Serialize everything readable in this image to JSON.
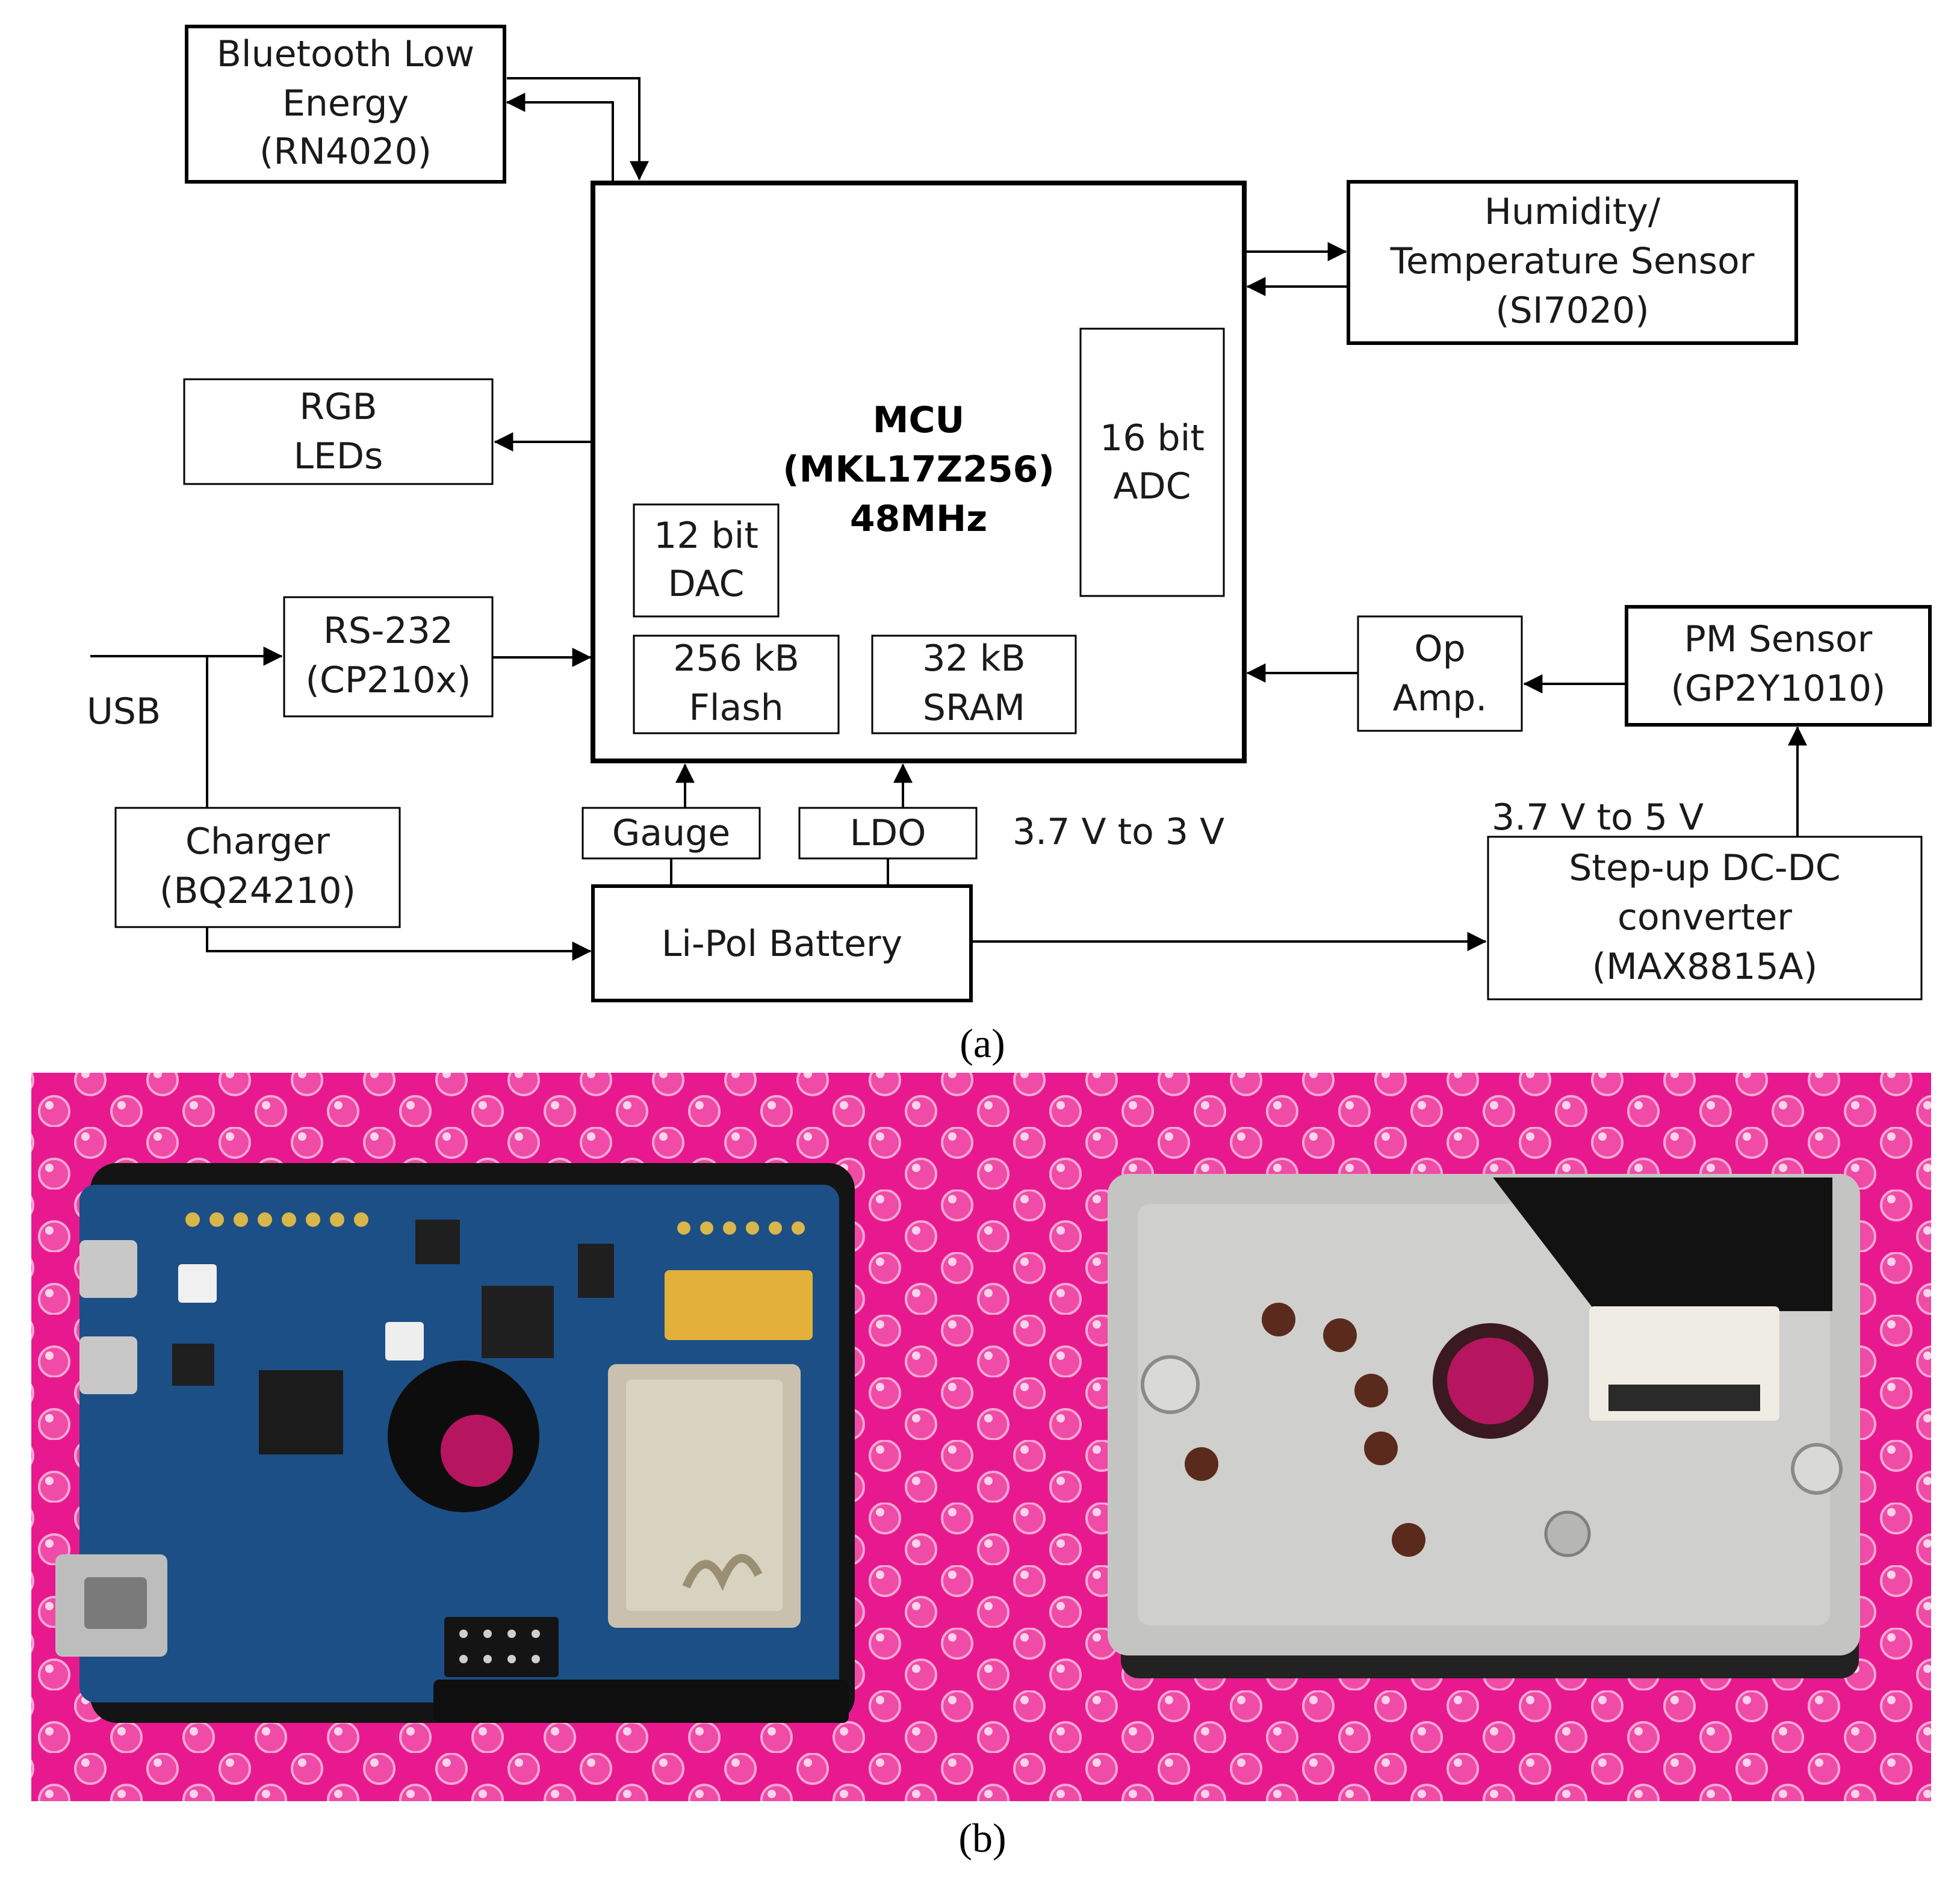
{
  "diagram": {
    "blocks": {
      "ble": [
        "Bluetooth Low",
        "Energy",
        "(RN4020)"
      ],
      "mcu": [
        "MCU",
        "(MKL17Z256)",
        "48MHz"
      ],
      "adc": [
        "16 bit",
        "ADC"
      ],
      "dac": [
        "12 bit",
        "DAC"
      ],
      "flash": [
        "256 kB",
        "Flash"
      ],
      "sram": [
        "32 kB",
        "SRAM"
      ],
      "humidity": [
        "Humidity/",
        "Temperature Sensor",
        "(SI7020)"
      ],
      "rgb": [
        "RGB",
        "LEDs"
      ],
      "rs232": [
        "RS-232",
        "(CP210x)"
      ],
      "usb": "USB",
      "charger": [
        "Charger",
        "(BQ24210)"
      ],
      "gauge": "Gauge",
      "ldo": "LDO",
      "ldo_note": "3.7 V to 3 V",
      "battery": "Li-Pol Battery",
      "opamp": [
        "Op",
        "Amp."
      ],
      "pm_sensor": [
        "PM Sensor",
        "(GP2Y1010)"
      ],
      "stepup_note": "3.7 V to 5 V",
      "stepup": [
        "Step-up DC-DC",
        "converter",
        "(MAX8815A)"
      ]
    },
    "caption_a": "(a)"
  },
  "photo": {
    "caption_b": "(b)",
    "colors": {
      "background": "#e8198f",
      "pcb": "#1c4f86",
      "sensor": "#c4c4c2",
      "housing": "#141414"
    }
  }
}
